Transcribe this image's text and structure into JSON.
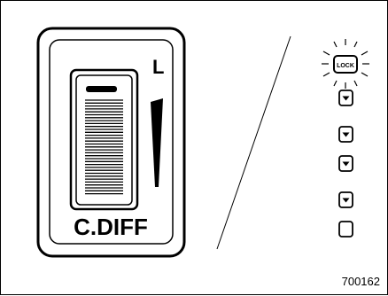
{
  "switch": {
    "label": "C.DIFF",
    "scale_label": "L"
  },
  "indicator": {
    "lock_label": "LOCK",
    "lock_state": "illuminated",
    "levels": [
      {
        "icon": "arrow-down-indicator"
      },
      {
        "icon": "arrow-down-indicator"
      },
      {
        "icon": "arrow-down-indicator"
      },
      {
        "icon": "arrow-down-indicator"
      },
      {
        "icon": "empty-indicator"
      }
    ]
  },
  "figure_code": "700162",
  "colors": {
    "line": "#000000",
    "background": "#ffffff"
  }
}
